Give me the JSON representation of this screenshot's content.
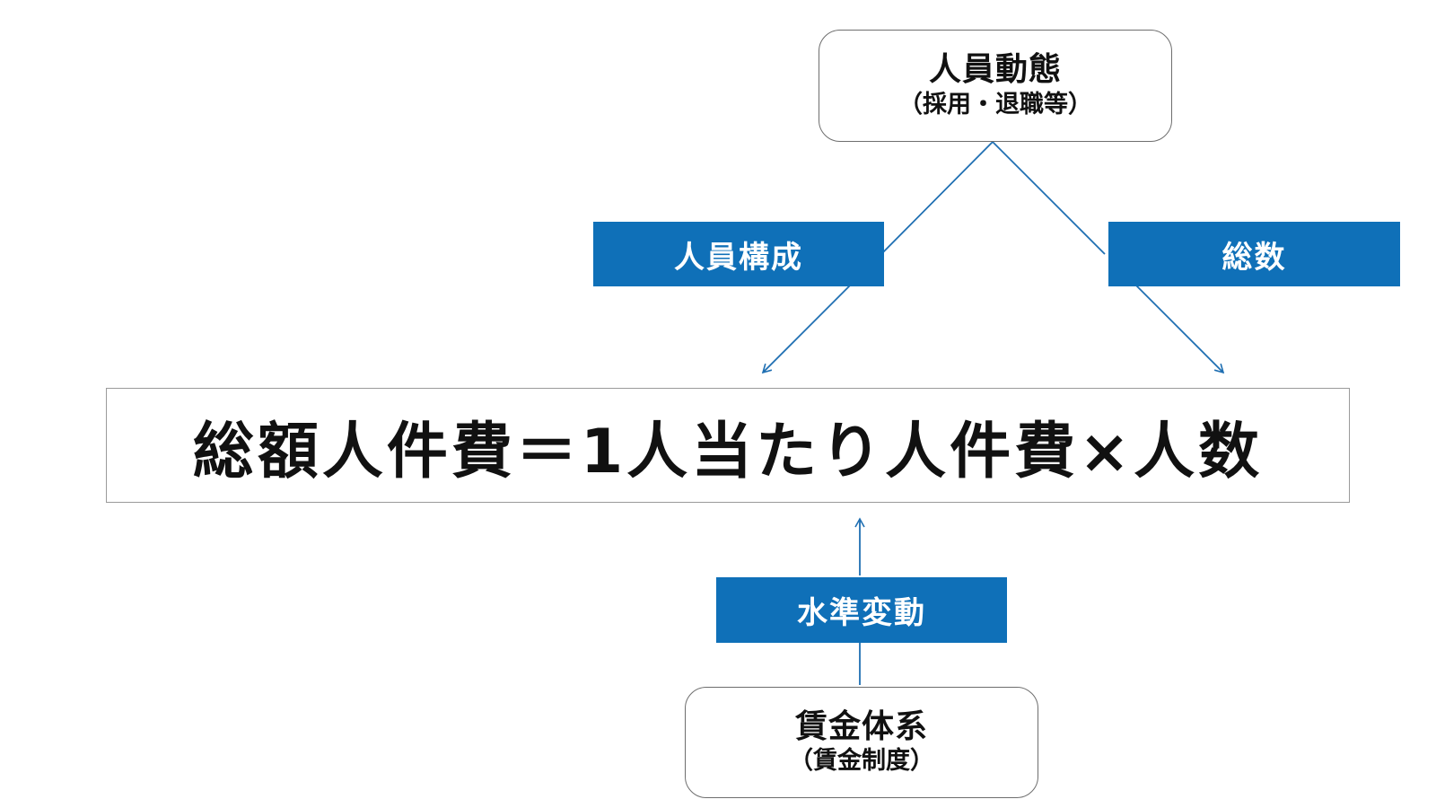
{
  "top_node": {
    "title": "人員動態",
    "subtitle": "（採用・退職等）"
  },
  "left_label": "人員構成",
  "right_label": "総数",
  "formula": "総額人件費＝1人当たり人件費×人数",
  "bottom_label": "水準変動",
  "bottom_node": {
    "title": "賃金体系",
    "subtitle": "（賃金制度）"
  },
  "colors": {
    "label_fill": "#0f70b8",
    "connector_line": "#1f6fb2",
    "box_border": "#6e6e6e"
  }
}
